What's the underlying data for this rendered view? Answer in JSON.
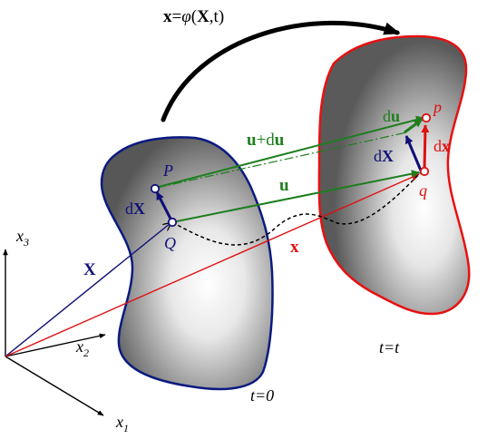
{
  "mapping": {
    "lhs": "x",
    "eq": "=",
    "phi": "φ",
    "open": "(",
    "arg1": "X",
    "comma": ",",
    "arg2": "t",
    "close": ")"
  },
  "reference_config": {
    "time_label": "t=0",
    "point_P": "P",
    "point_Q": "Q",
    "dX_d": "d",
    "dX_X": "X",
    "position_vector": "X"
  },
  "current_config": {
    "time_label": "t=t",
    "point_p": "p",
    "point_q": "q",
    "dX_d": "d",
    "dX_X": "X",
    "du_d": "d",
    "du_u": "u",
    "dx_d": "d",
    "dx_x": "x",
    "position_vector": "x"
  },
  "displacement": {
    "u": "u",
    "u_plus_du_u": "u",
    "u_plus_du_plus": "+d",
    "u_plus_du_du": "u"
  },
  "axes": {
    "x1_base": "x",
    "x1_sub": "1",
    "x2_base": "x",
    "x2_sub": "2",
    "x3_base": "x",
    "x3_sub": "3"
  },
  "colors": {
    "reference_outline": "#0a1a80",
    "current_outline": "#e81010",
    "displacement": "#1e7e1e",
    "reference_vectors": "#101078",
    "current_vectors": "#e01010",
    "mapping_arrow": "#000000",
    "fill_dark": "#5a5a5a",
    "fill_light": "#ffffff"
  }
}
